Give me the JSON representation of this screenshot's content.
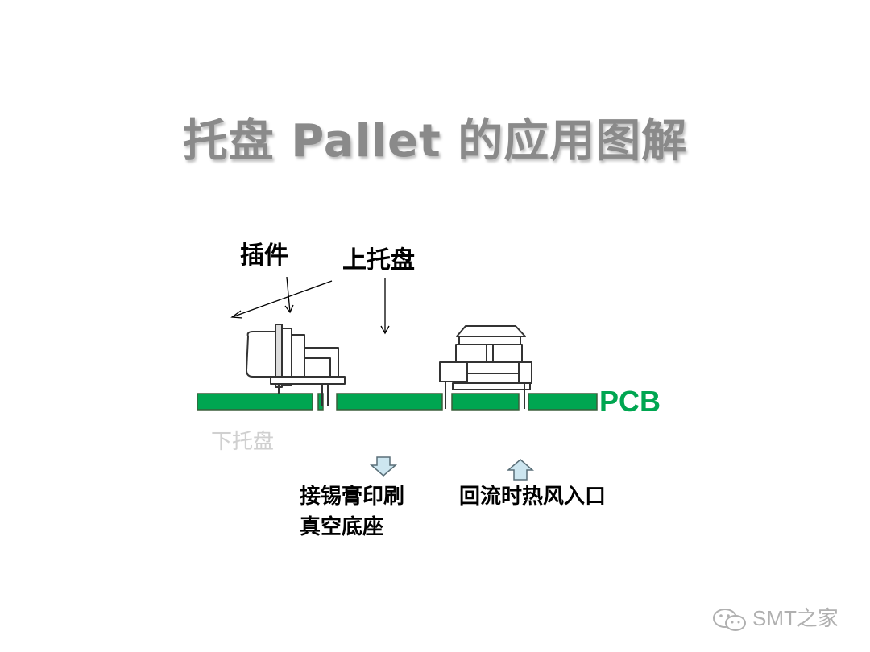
{
  "title": "托盘 Pallet 的应用图解",
  "labels": {
    "insert": "插件",
    "upper_pallet": "上托盘",
    "lower_pallet": "下托盘",
    "pcb": "PCB"
  },
  "captions": {
    "vacuum_line1": "接锡膏印刷",
    "vacuum_line2": "真空底座",
    "reflow": "回流时热风入口"
  },
  "watermark": "SMT之家",
  "icons": [
    "arrow-down-icon",
    "arrow-up-icon",
    "wechat-icon"
  ],
  "colors": {
    "pcb_green": "#00a651",
    "title_gray": "#8a8a8a",
    "arrow_fill": "#cde6f0"
  }
}
